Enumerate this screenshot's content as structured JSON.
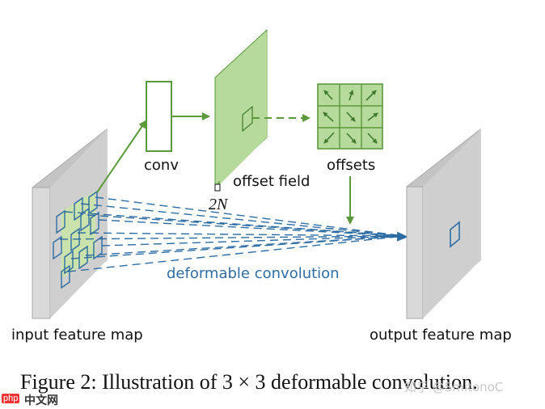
{
  "labels": {
    "conv": "conv",
    "offset_field": "offset field",
    "offsets": "offsets",
    "two_n": "2N",
    "deformable_convolution": "deformable convolution",
    "input_feature_map": "input feature map",
    "output_feature_map": "output feature map"
  },
  "caption": {
    "prefix": "Figure 2: Illustration of ",
    "math": "3 × 3",
    "suffix": " deformable convolution."
  },
  "watermarks": {
    "right": "知乎 @SmitonoC",
    "logo_text": "php",
    "site": "中文网"
  },
  "colors": {
    "green": "#5a9a3a",
    "green_fill": "#b6d99c",
    "blue": "#2e6da4",
    "gray_face": "#d6d6d6",
    "gray_side": "#b0b0b0"
  },
  "offset_arrows": [
    "↖",
    "↗",
    "↗",
    "↖",
    "↘",
    "↗",
    "↙",
    "↘",
    "↘"
  ]
}
